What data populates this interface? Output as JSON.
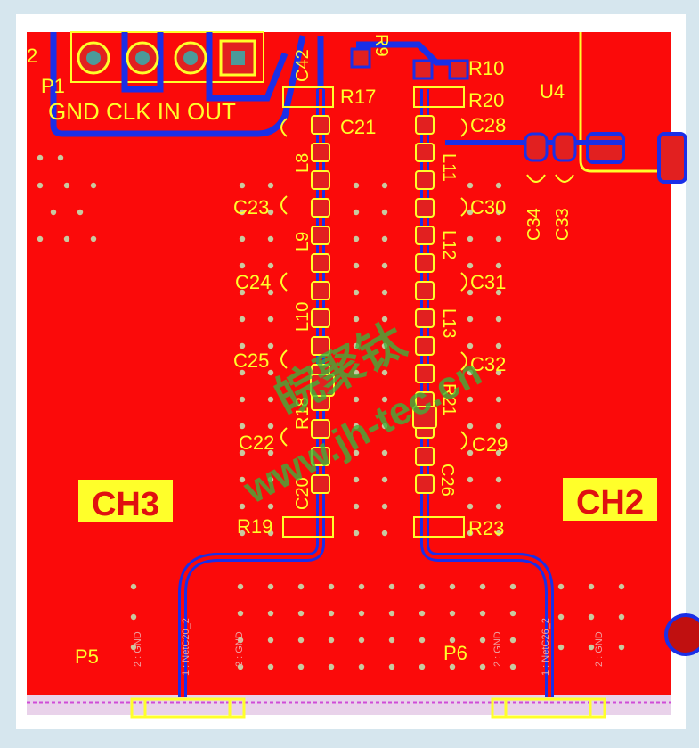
{
  "board": {
    "colors": {
      "copper": "#fb0a0a",
      "trace": "#1a2fe8",
      "silkscreen": "#ffff2a",
      "pad_fill": "#e22020",
      "hole": "#4b9a9a",
      "via": "#c9c9a0",
      "keepout": "#d04cd8",
      "frame_bg": "#ffffff",
      "watermark": "#3cb43c"
    },
    "header": {
      "ref": "P1",
      "pin_labels": "GND CLK IN OUT",
      "edge_fragment": "2"
    },
    "component_labels": {
      "C42": "C42",
      "R9": "R9",
      "R10": "R10",
      "R17": "R17",
      "R20": "R20",
      "U4": "U4",
      "C21": "C21",
      "C28": "C28",
      "L8": "L8",
      "L11": "L11",
      "C23": "C23",
      "C30": "C30",
      "C34": "C34",
      "C33": "C33",
      "L9": "L9",
      "L12": "L12",
      "C24": "C24",
      "C31": "C31",
      "L10": "L10",
      "L13": "L13",
      "C25": "C25",
      "C32": "C32",
      "R18": "R18",
      "R21": "R21",
      "C22": "C22",
      "C29": "C29",
      "C20": "C20",
      "C26": "C26",
      "R19": "R19",
      "R23": "R23",
      "P5": "P5",
      "P6": "P6"
    },
    "channels": {
      "left": "CH3",
      "right": "CH2"
    },
    "connector_pin_labels": {
      "p5_gnd_a": "2 : GND",
      "p5_net": "1 : NetC20_2",
      "p5_gnd_b": "2 : GND",
      "p6_gnd_a": "2 : GND",
      "p6_net": "1 : NetC26_2",
      "p6_gnd_b": "2 : GND"
    },
    "watermark": {
      "line1": "皖聚钛",
      "line2": "www.jh-tec.cn"
    }
  }
}
